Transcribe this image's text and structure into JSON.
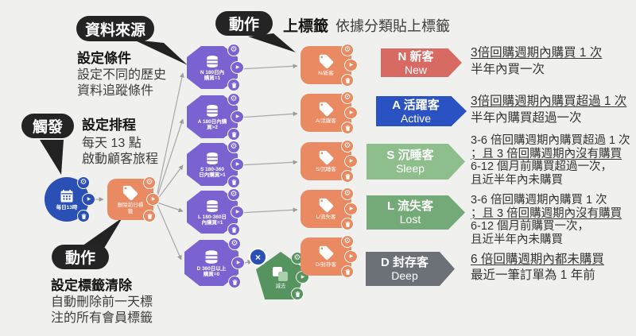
{
  "callouts": {
    "data_source": {
      "bubble": "資料來源",
      "heading": "設定條件",
      "line1": "設定不同的歷史",
      "line2": "資料追蹤條件"
    },
    "action_top": {
      "bubble": "動作",
      "heading": "上標籤",
      "subtitle": "依據分類貼上標籤"
    },
    "trigger": {
      "bubble": "觸發",
      "heading": "設定排程",
      "line1": "每天 13 點",
      "line2": "啟動顧客旅程"
    },
    "action_bottom": {
      "bubble": "動作",
      "heading": "設定標籤清除",
      "line1": "自動刪除前一天標",
      "line2": "注的所有會員標籤"
    }
  },
  "nodes": {
    "trigger": {
      "label": "每日13時",
      "color": "#2a4fb5"
    },
    "delete_tag": {
      "label": "刪除前日標籤",
      "color": "#e98a62"
    },
    "condition_color": "#7a63d1",
    "conditions": [
      {
        "line1": "N 180日內",
        "line2": "購買=1"
      },
      {
        "line1": "A 180日內購",
        "line2": "買>2"
      },
      {
        "line1": "S 180-360",
        "line2": "日內購買>1"
      },
      {
        "line1": "L 180-360日",
        "line2": "內購買=1"
      },
      {
        "line1": "D 360日以上",
        "line2": "購買=0"
      }
    ],
    "subtract": {
      "label": "減去",
      "color": "#55935f"
    },
    "tag_color": "#e98a62",
    "tags": [
      {
        "label": "N/新客"
      },
      {
        "label": "A/活躍客"
      },
      {
        "label": "S/沉睡客"
      },
      {
        "label": "L/流失客"
      },
      {
        "label": "D/封存客"
      }
    ]
  },
  "segments": [
    {
      "code": "N 新客",
      "en": "New",
      "color": "#d76b64",
      "desc": [
        "3倍回購週期內購買 1 次",
        "半年內買一次"
      ]
    },
    {
      "code": "A 活躍客",
      "en": "Active",
      "color": "#2b52c3",
      "desc": [
        "3倍回購週期內購買超過 1 次",
        "半年內購買超過一次"
      ]
    },
    {
      "code": "S 沉睡客",
      "en": "Sleep",
      "color": "#8fbe8d",
      "desc": [
        "3-6 倍回購週期內購買超過 1 次",
        "；且 3 倍回購週期內沒有購買",
        "6-12 個月前購買超過一次，",
        "且近半年內未購買"
      ]
    },
    {
      "code": "L 流失客",
      "en": "Lost",
      "color": "#74aa77",
      "desc": [
        "3-6 倍回購週期內購買 1 次",
        "；且 3 倍回購週期內沒有購買",
        "6-12 個月前購買一次，",
        "且近半年內未購買"
      ]
    },
    {
      "code": "D 封存客",
      "en": "Deep",
      "color": "#6c7177",
      "desc": [
        "6 倍回購週期內都未購買",
        "最近一筆訂單為 1 年前"
      ]
    }
  ]
}
